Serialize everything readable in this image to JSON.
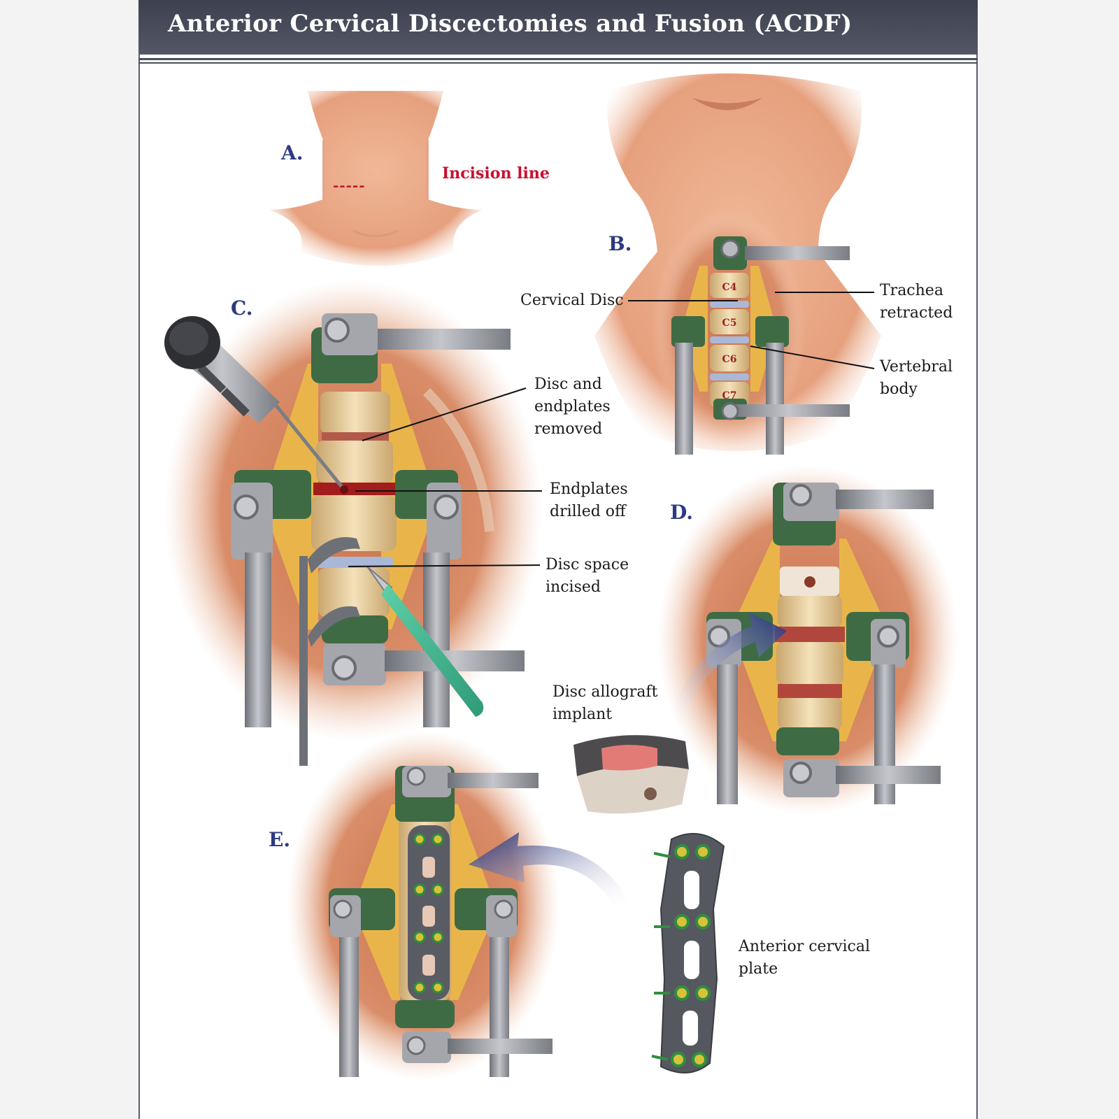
{
  "title": "Anterior Cervical Discectomies and Fusion (ACDF)",
  "panels": {
    "a": "A.",
    "b": "B.",
    "c": "C.",
    "d": "D.",
    "e": "E."
  },
  "labels": {
    "incision_mark": "-----",
    "incision_line": "Incision line",
    "cervical_disc": "Cervical Disc",
    "trachea_l1": "Trachea",
    "trachea_l2": "retracted",
    "vertebral_l1": "Vertebral",
    "vertebral_l2": "body",
    "removed_l1": "Disc and",
    "removed_l2": "endplates",
    "removed_l3": "removed",
    "drilled_l1": "Endplates",
    "drilled_l2": "drilled off",
    "incised_l1": "Disc space",
    "incised_l2": "incised",
    "allograft_l1": "Disc allograft",
    "allograft_l2": "implant",
    "plate_l1": "Anterior cervical",
    "plate_l2": "plate"
  },
  "vertebrae": [
    "C4",
    "C5",
    "C6",
    "C7"
  ],
  "colors": {
    "panel_label": "#2d3a82",
    "incision": "#c8102e",
    "skin": "#e9a987",
    "tissue": "#d9845f",
    "fat": "#e9b54a",
    "retractor_pad": "#3e6b44",
    "metal": "#9a9ca3",
    "bone": "#efd7a8",
    "disc": "#aab8d8",
    "arrow": "#1f2d78"
  }
}
